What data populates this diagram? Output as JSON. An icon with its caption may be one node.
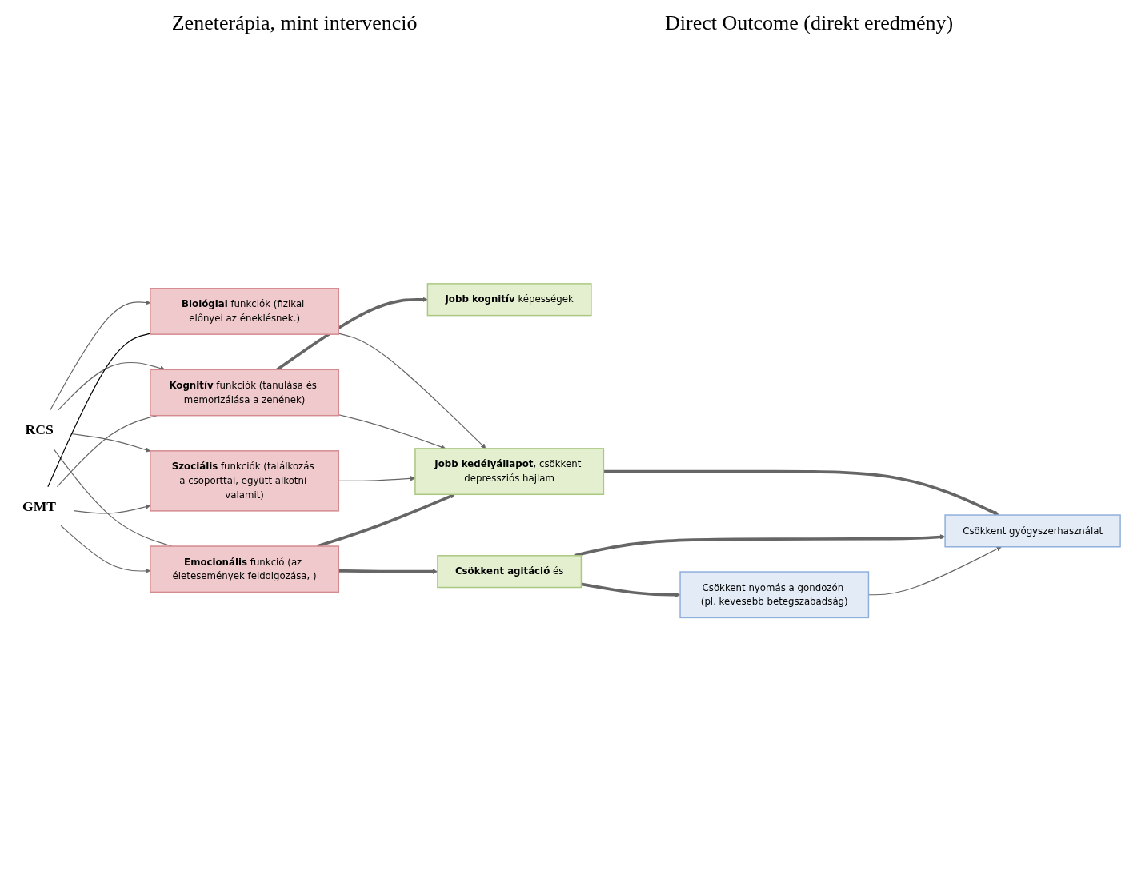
{
  "diagram": {
    "nodes": [
      {
        "text": [
          "RCS"
        ]
      },
      {
        "text": [
          "GMT"
        ]
      },
      {
        "text": [
          "**Biológiai** funkciók (fizikai előnyei az éneklésnek.)"
        ]
      },
      {
        "text": [
          "**Kognitív** funkciók (tanulása és memorizálása a zenének)"
        ]
      },
      {
        "text": [
          "**Szociális** funkciók (találkozás a csoporttal, együtt alkotni valamit)"
        ]
      },
      {
        "text": [
          "**Emocionális** funkció (az életesemények feldolgozása, )"
        ]
      },
      {
        "text": [
          "**Jobb kognitív** képességek"
        ]
      },
      {
        "text": [
          "**Jobb kedélyállapot**, csökkent depressziós hajlam"
        ]
      },
      {
        "text": [
          "**Csökkent agitáció** és"
        ]
      },
      {
        "text": [
          "Csökkent gyógyszerhasználat"
        ]
      },
      {
        "text": [
          "Csökkent nyomás a gondozón (pl. kevesebb betegszabadság)"
        ]
      }
    ],
    "edges": [
      {
        "from": 0,
        "to": 2,
        "arrow": "to"
      },
      {
        "from": 0,
        "to": 3,
        "arrow": "to"
      },
      {
        "from": 0,
        "to": 4,
        "arrow": "to"
      },
      {
        "from": 0,
        "to": 5,
        "arrow": "none"
      },
      {
        "from": 1,
        "to": 2,
        "arrow": "none",
        "color": "#000000"
      },
      {
        "from": 1,
        "to": 3,
        "arrow": "none"
      },
      {
        "from": 1,
        "to": 4,
        "arrow": "to"
      },
      {
        "from": 1,
        "to": 5,
        "arrow": "to"
      },
      {
        "from": 2,
        "to": 7,
        "arrow": "to"
      },
      {
        "from": 3,
        "to": 7,
        "arrow": "to"
      },
      {
        "from": 4,
        "to": 7,
        "arrow": "to"
      },
      {
        "from": 3,
        "to": 6,
        "arrow": "to",
        "style": "thick"
      },
      {
        "from": 5,
        "to": 7,
        "arrow": "to",
        "style": "thick"
      },
      {
        "from": 5,
        "to": 8,
        "arrow": "to",
        "style": "thick"
      },
      {
        "from": 7,
        "to": 9,
        "arrow": "to",
        "style": "thick"
      },
      {
        "from": 8,
        "to": 9,
        "arrow": "to",
        "style": "thick"
      },
      {
        "from": 10,
        "to": 9,
        "arrow": "to"
      },
      {
        "from": 8,
        "to": 10,
        "arrow": "to",
        "style": "thick"
      }
    ],
    "labels": [
      "Zeneterápia, mint intervenció",
      "Direct Outcome (direkt eredmény)"
    ]
  }
}
